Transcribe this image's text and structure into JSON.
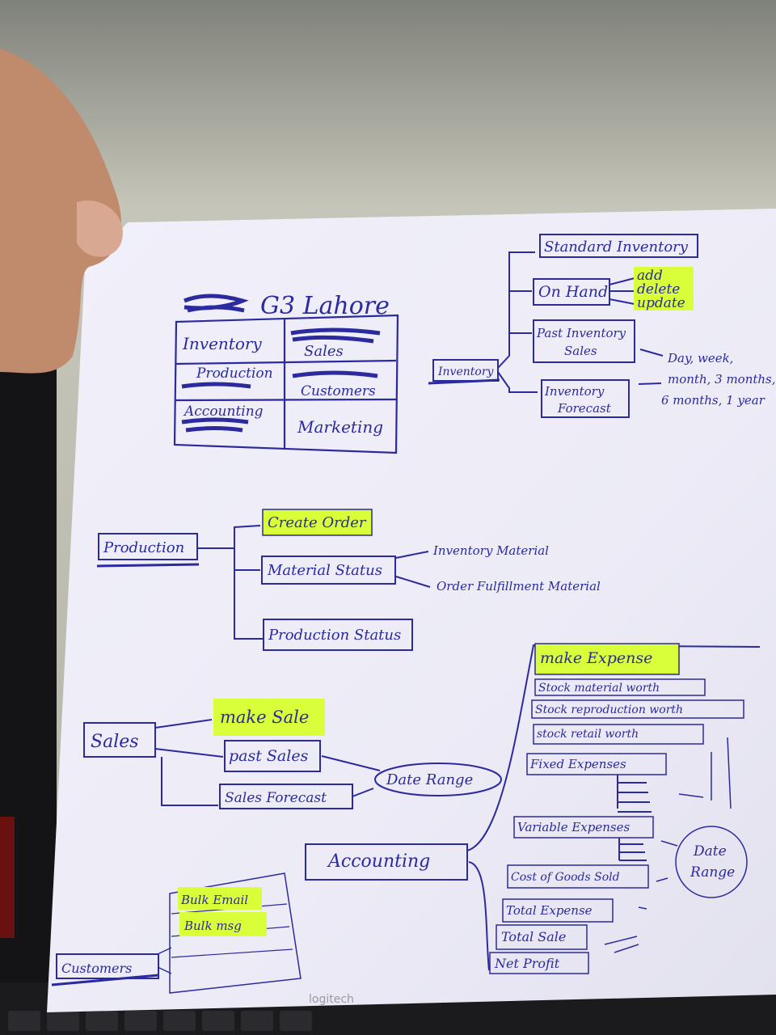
{
  "header": {
    "title": "G3 Lahore"
  },
  "grid": {
    "cells": [
      "Inventory",
      "Sales",
      "Production",
      "Customers",
      "Accounting",
      "Marketing"
    ]
  },
  "inventory": {
    "root": "Inventory",
    "standard": "Standard Inventory",
    "on_hand": "On Hand",
    "actions": [
      "add",
      "delete",
      "update"
    ],
    "past_sales_l1": "Past Inventory",
    "past_sales_l2": "Sales",
    "forecast_l1": "Inventory",
    "forecast_l2": "Forecast",
    "periods_l1": "Day, week,",
    "periods_l2": "month, 3 months,",
    "periods_l3": "6 months, 1 year"
  },
  "production": {
    "root": "Production",
    "create_order": "Create Order",
    "material_status": "Material Status",
    "inventory_material": "Inventory Material",
    "order_fulfillment_material": "Order Fulfillment Material",
    "production_status": "Production Status"
  },
  "sales": {
    "root": "Sales",
    "make_sale": "make Sale",
    "past_sales": "past Sales",
    "sales_forecast": "Sales Forecast",
    "date_range": "Date Range"
  },
  "accounting": {
    "root": "Accounting",
    "make_expense": "make Expense",
    "items": [
      "Stock material worth",
      "Stock reproduction worth",
      "stock retail worth",
      "Fixed Expenses",
      "Variable Expenses",
      "Cost of Goods Sold",
      "Total Expense",
      "Total Sale",
      "Net Profit"
    ],
    "date_range_l1": "Date",
    "date_range_l2": "Range"
  },
  "customers": {
    "root": "Customers",
    "bulk_email": "Bulk Email",
    "bulk_msg": "Bulk msg"
  },
  "keyboard_brand": "logitech",
  "colors": {
    "ink": "#2b2a9e",
    "highlight": "#d8ff3a",
    "paper": "#f4f3fb"
  }
}
